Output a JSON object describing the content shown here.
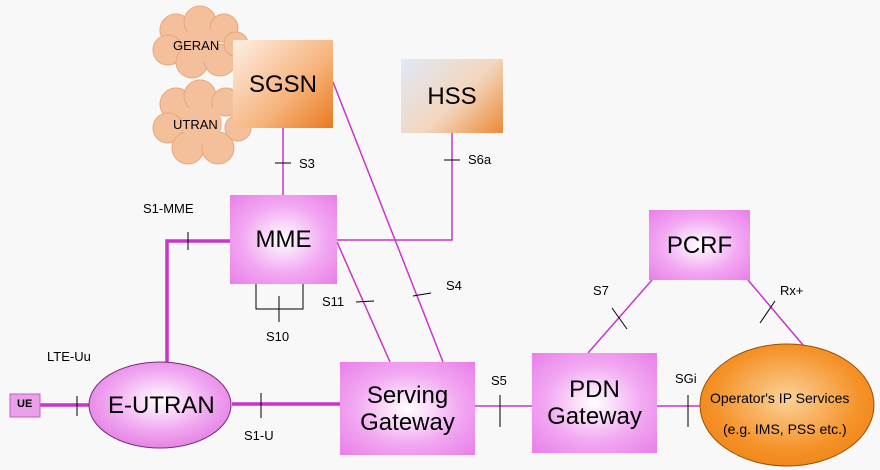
{
  "nodes": {
    "geran": "GERAN",
    "utran": "UTRAN",
    "sgsn": "SGSN",
    "hss": "HSS",
    "mme": "MME",
    "pcrf": "PCRF",
    "ue": "UE",
    "eutran": "E-UTRAN",
    "serving_gateway": [
      "Serving",
      "Gateway"
    ],
    "pdn_gateway": [
      "PDN",
      "Gateway"
    ],
    "operator_ip": [
      "Operator's IP Services",
      "(e.g. IMS, PSS etc.)"
    ]
  },
  "interfaces": {
    "s3": "S3",
    "s6a": "S6a",
    "s1_mme": "S1-MME",
    "s10": "S10",
    "s11": "S11",
    "s4": "S4",
    "s7": "S7",
    "rx_plus": "Rx+",
    "lte_uu": "LTE-Uu",
    "s1_u": "S1-U",
    "s5": "S5",
    "sgi": "SGi"
  },
  "colors": {
    "link": "#cc33cc",
    "tick": "#000000",
    "cloud": "#f4c09c",
    "cloud_edge": "#e9a678",
    "operator_fill": "#f59228"
  }
}
